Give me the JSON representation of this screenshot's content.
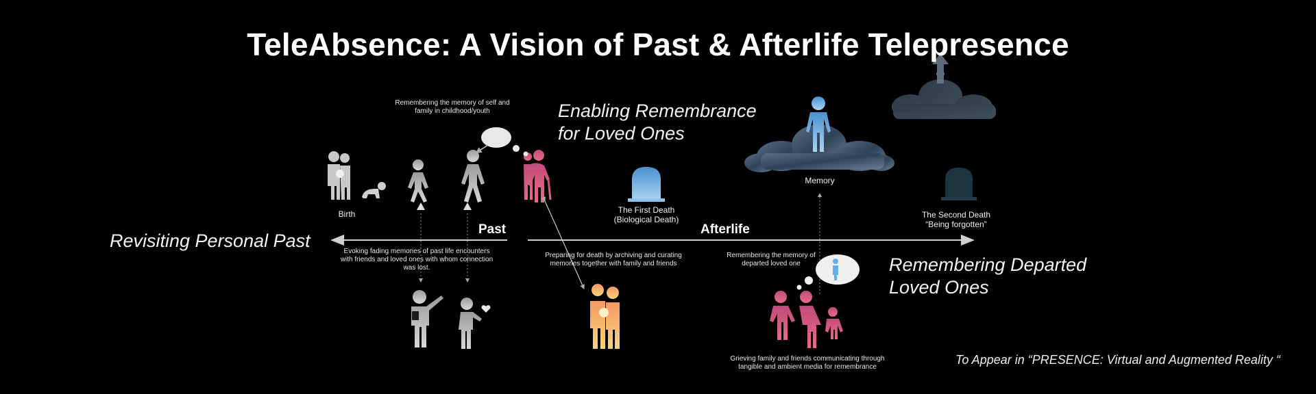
{
  "title": "TeleAbsence: A Vision of Past & Afterlife Telepresence",
  "sections": {
    "revisiting": "Revisiting Personal Past",
    "enabling_line1": "Enabling Remembrance",
    "enabling_line2": "for Loved Ones",
    "remembering_line1": "Remembering Departed",
    "remembering_line2": "Loved Ones"
  },
  "axis": {
    "past": "Past",
    "afterlife": "Afterlife"
  },
  "labels": {
    "birth": "Birth",
    "first_death_line1": "The First Death",
    "first_death_line2": "(Biological Death)",
    "memory": "Memory",
    "second_death_line1": "The Second Death",
    "second_death_line2": "“Being forgotten”"
  },
  "captions": {
    "childhood_line1": "Remembering the memory of self and",
    "childhood_line2": "family in childhood/youth",
    "evoking_line1": "Evoking fading memories of past life encounters",
    "evoking_line2": "with friends and loved ones with whom connection",
    "evoking_line3": "was lost.",
    "preparing_line1": "Preparing for death by archiving and curating",
    "preparing_line2": "memories together with family and friends",
    "departed_line1": "Remembering the memory of",
    "departed_line2": "departed loved one",
    "grieving_line1": "Grieving family and friends communicating through",
    "grieving_line2": "tangible and ambient media for remembrance"
  },
  "citation": "To Appear in “PRESENCE: Virtual and Augmented Reality “",
  "colors": {
    "background": "#000000",
    "gray_figure": "#bdbdbd",
    "pink_figure": "#e0567a",
    "orange_figure": "#f5b06a",
    "blue_figure": "#7fb4e6",
    "cloud": "#3d556e"
  }
}
